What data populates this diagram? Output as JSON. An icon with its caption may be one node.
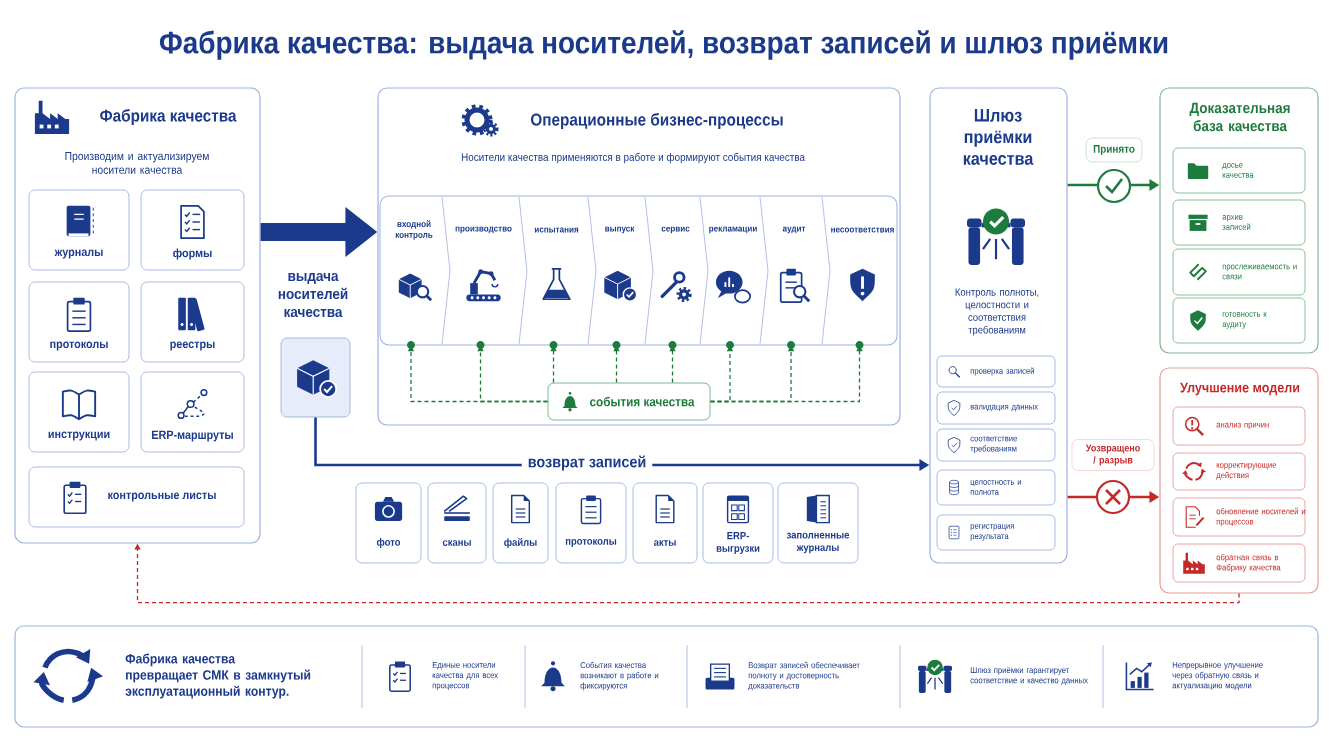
{
  "diagram": {
    "title": "Фабрика качества: выдача носителей, возврат записей и шлюз приёмки",
    "nodes": [
      {
        "text": [
          "Фабрика качества",
          "Производим и актуализируем носители качества"
        ]
      },
      {
        "text": [
          "журналы"
        ],
        "in": 0
      },
      {
        "text": [
          "формы"
        ],
        "in": 0
      },
      {
        "text": [
          "протоколы"
        ],
        "in": 0
      },
      {
        "text": [
          "реестры"
        ],
        "in": 0
      },
      {
        "text": [
          "инструкции"
        ],
        "in": 0
      },
      {
        "text": [
          "ERP-маршруты"
        ],
        "in": 0
      },
      {
        "text": [
          "контрольные листы"
        ],
        "in": 0
      },
      {
        "text": [],
        "shape": "box"
      },
      {
        "text": [
          "Операционные бизнес-процессы",
          "Носители качества применяются в работе и формируют события качества"
        ]
      },
      {
        "text": [
          "входной контроль"
        ],
        "in": 9
      },
      {
        "text": [
          "производство"
        ],
        "in": 9
      },
      {
        "text": [
          "испытания"
        ],
        "in": 9
      },
      {
        "text": [
          "выпуск"
        ],
        "in": 9
      },
      {
        "text": [
          "сервис"
        ],
        "in": 9
      },
      {
        "text": [
          "рекламации"
        ],
        "in": 9
      },
      {
        "text": [
          "аудит"
        ],
        "in": 9
      },
      {
        "text": [
          "несоответствия"
        ],
        "in": 9
      },
      {
        "text": [
          "события качества"
        ],
        "in": 9
      },
      {
        "text": [
          "фото"
        ]
      },
      {
        "text": [
          "сканы"
        ]
      },
      {
        "text": [
          "файлы"
        ]
      },
      {
        "text": [
          "протоколы"
        ]
      },
      {
        "text": [
          "акты"
        ]
      },
      {
        "text": [
          "ERP-выгрузки"
        ]
      },
      {
        "text": [
          "заполненные журналы"
        ]
      },
      {
        "text": [
          "Шлюз приёмки качества",
          "Контроль полноты, целостности и соответствия требованиям"
        ]
      },
      {
        "text": [
          "проверка записей"
        ],
        "in": 26
      },
      {
        "text": [
          "валидация данных"
        ],
        "in": 26
      },
      {
        "text": [
          "соответствие требованиям"
        ],
        "in": 26
      },
      {
        "text": [
          "целостность и полнота"
        ],
        "in": 26
      },
      {
        "text": [
          "регистрация результата"
        ],
        "in": 26
      },
      {
        "text": [
          "Доказательная база качества"
        ]
      },
      {
        "text": [
          "досье качества"
        ],
        "in": 32
      },
      {
        "text": [
          "архив записей"
        ],
        "in": 32
      },
      {
        "text": [
          "прослеживаемость и связи"
        ],
        "in": 32
      },
      {
        "text": [
          "готовность к аудиту"
        ],
        "in": 32
      },
      {
        "text": [
          "Улучшение модели"
        ]
      },
      {
        "text": [
          "анализ причин"
        ],
        "in": 37
      },
      {
        "text": [
          "корректирующие действия"
        ],
        "in": 37
      },
      {
        "text": [
          "обновление носителей и процессов"
        ],
        "in": 37
      },
      {
        "text": [
          "обратная связь в Фабрику качества"
        ],
        "in": 37
      },
      {
        "text": [
          "Фабрика качества превращает СМК в замкнутый эксплуатационный контур.",
          "Единые носители качества для всех процессов",
          "События качества возникают в работе и фиксируются",
          "Возврат записей обеспечивает полноту и достоверность доказательств",
          "Шлюз приёмки гарантирует соответствие и качество данных",
          "Непрерывное улучшение через обратную связь и актуализацию модели"
        ]
      }
    ],
    "edges": [
      {
        "from": 0,
        "to": 9,
        "arrow": "to",
        "label": "выдача носителей качества",
        "style": "thick"
      },
      {
        "from": 8,
        "to": 26,
        "arrow": "to",
        "label": "возврат записей"
      },
      {
        "from": 18,
        "to": 10,
        "arrow": "to",
        "style": "dashed",
        "color": "#1e7b3e"
      },
      {
        "from": 18,
        "to": 11,
        "arrow": "to",
        "style": "dashed",
        "color": "#1e7b3e"
      },
      {
        "from": 18,
        "to": 12,
        "arrow": "to",
        "style": "dashed",
        "color": "#1e7b3e"
      },
      {
        "from": 18,
        "to": 13,
        "arrow": "to",
        "style": "dashed",
        "color": "#1e7b3e"
      },
      {
        "from": 18,
        "to": 14,
        "arrow": "to",
        "style": "dashed",
        "color": "#1e7b3e"
      },
      {
        "from": 18,
        "to": 15,
        "arrow": "to",
        "style": "dashed",
        "color": "#1e7b3e"
      },
      {
        "from": 18,
        "to": 16,
        "arrow": "to",
        "style": "dashed",
        "color": "#1e7b3e"
      },
      {
        "from": 18,
        "to": 17,
        "arrow": "to",
        "style": "dashed",
        "color": "#1e7b3e"
      },
      {
        "from": 26,
        "to": 32,
        "arrow": "to",
        "label": "Принято",
        "color": "#1e7b3e"
      },
      {
        "from": 26,
        "to": 37,
        "arrow": "to",
        "label": "Уозвращено / разрыв",
        "color": "#c62828"
      },
      {
        "from": 37,
        "to": 0,
        "arrow": "to",
        "style": "dashed",
        "color": "#c62828"
      }
    ]
  }
}
